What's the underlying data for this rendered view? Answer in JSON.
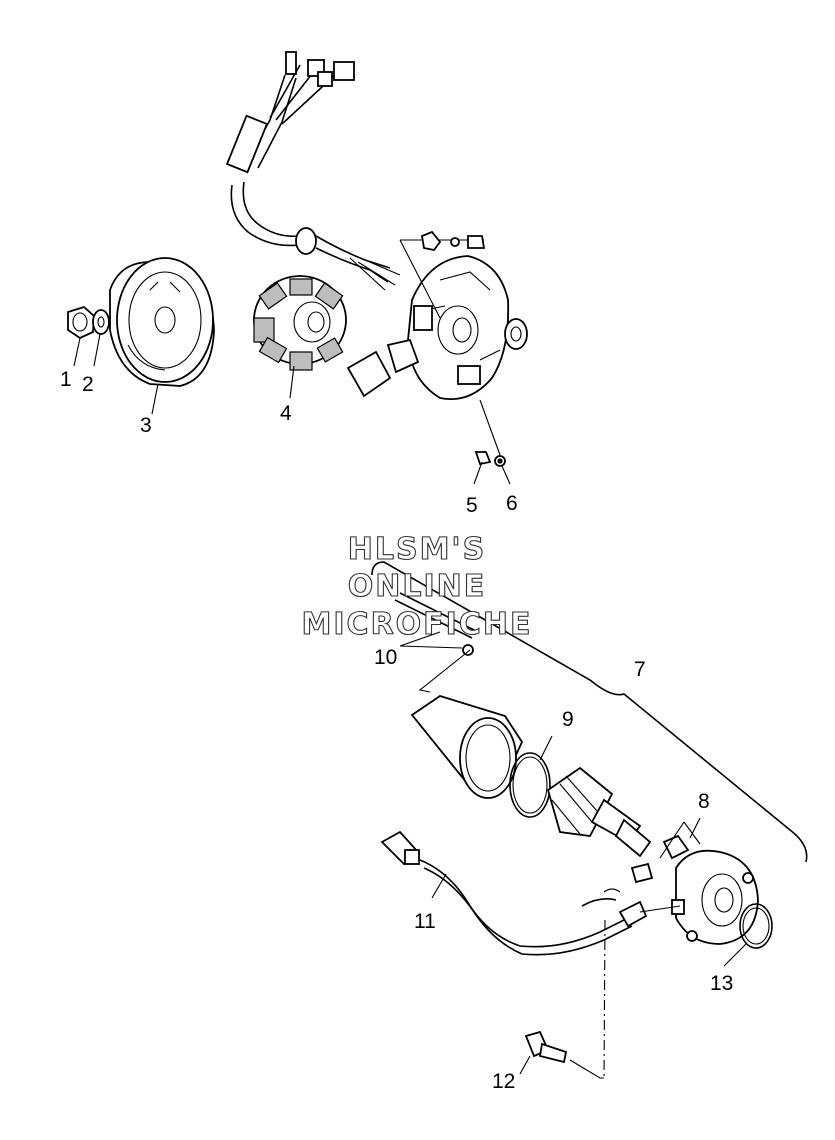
{
  "watermark": {
    "line1": "HLSM'S",
    "line2": "ONLINE",
    "line3": "MICROFICHE"
  },
  "callouts": [
    {
      "id": "1",
      "text": "1"
    },
    {
      "id": "2",
      "text": "2"
    },
    {
      "id": "3",
      "text": "3"
    },
    {
      "id": "4",
      "text": "4"
    },
    {
      "id": "5",
      "text": "5"
    },
    {
      "id": "6",
      "text": "6"
    },
    {
      "id": "7",
      "text": "7"
    },
    {
      "id": "8",
      "text": "8"
    },
    {
      "id": "9",
      "text": "9"
    },
    {
      "id": "10",
      "text": "10"
    },
    {
      "id": "11",
      "text": "11"
    },
    {
      "id": "12",
      "text": "12"
    },
    {
      "id": "13",
      "text": "13"
    }
  ]
}
